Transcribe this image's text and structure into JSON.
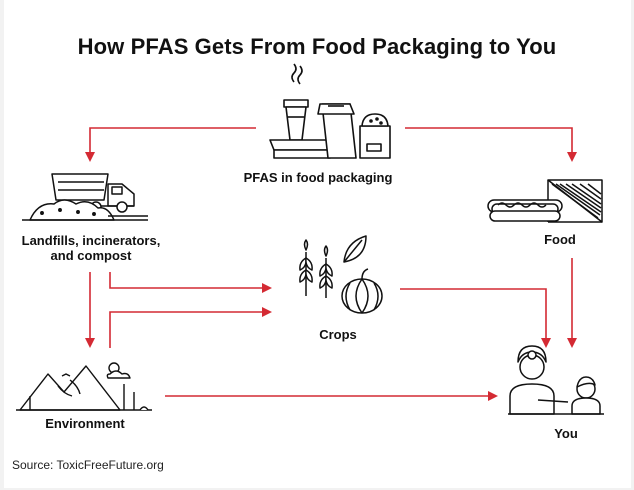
{
  "title": "How PFAS Gets From Food Packaging to You",
  "nodes": {
    "packaging": "PFAS in food packaging",
    "landfills_line1": "Landfills, incinerators,",
    "landfills_line2": "and compost",
    "food": "Food",
    "crops": "Crops",
    "environment": "Environment",
    "you": "You"
  },
  "source": "Source: ToxicFreeFuture.org",
  "colors": {
    "arrow": "#d42a33",
    "ink": "#111111"
  },
  "icons": [
    "food-packaging-icon",
    "truck-icon",
    "food-icon",
    "crops-icon",
    "environment-icon",
    "people-icon"
  ]
}
